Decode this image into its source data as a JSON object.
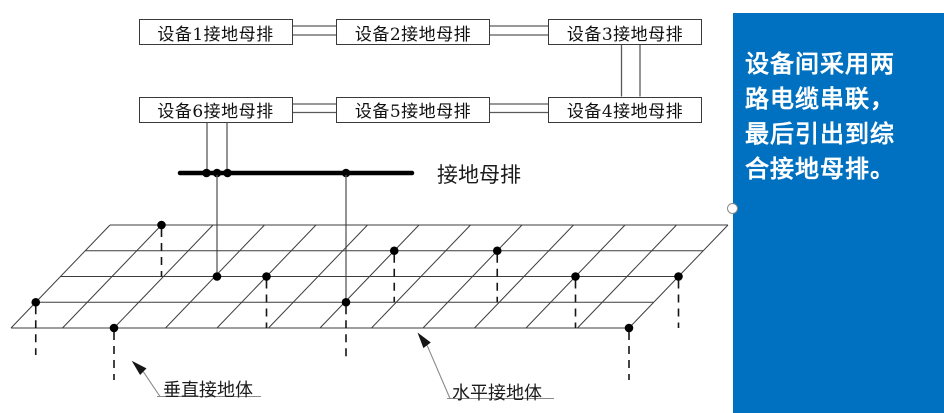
{
  "figure": {
    "equipment_boxes": {
      "row1": [
        "设备1接地母排",
        "设备2接地母排",
        "设备3接地母排"
      ],
      "row2": [
        "设备6接地母排",
        "设备5接地母排",
        "设备4接地母排"
      ]
    },
    "labels": {
      "ground_busbar": "接地母排",
      "vertical_electrode": "垂直接地体",
      "horizontal_electrode": "水平接地体"
    }
  },
  "note_panel": {
    "lines": [
      "设备间采用两",
      "路电缆串联，",
      "最后引出到综",
      "合接地母排。"
    ],
    "background": "#0070C0",
    "text_color": "#FFFFFF"
  },
  "colors": {
    "diagram_line": "#3F3F3F",
    "busbar": "#000000",
    "page_background": "#FFFFFF"
  }
}
